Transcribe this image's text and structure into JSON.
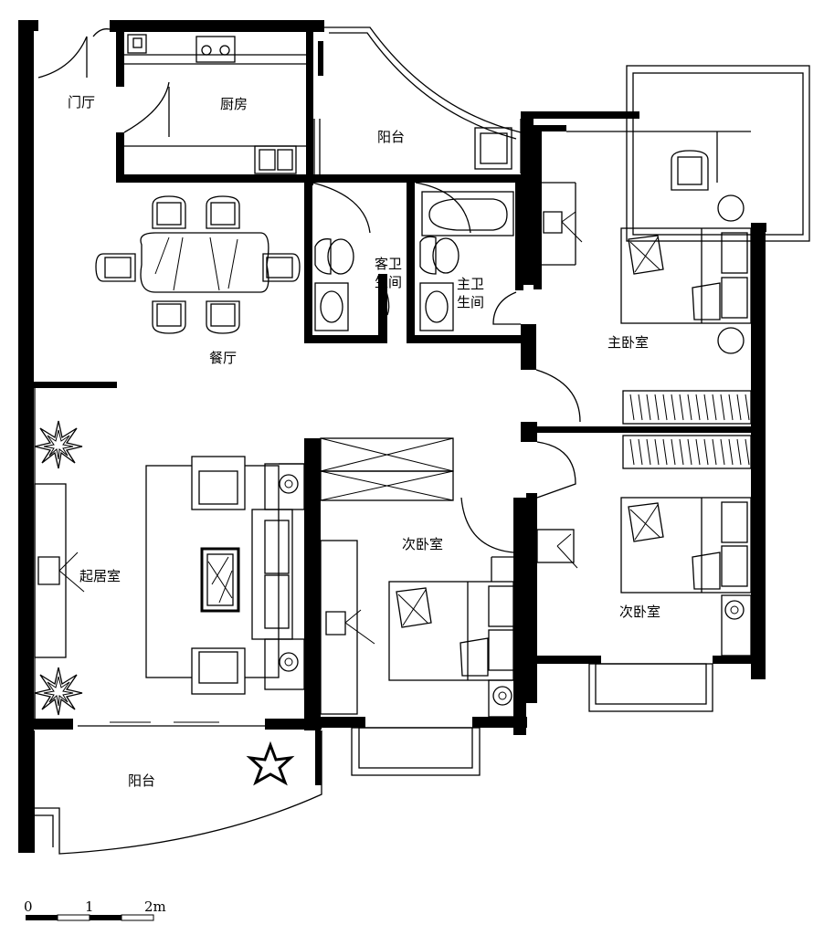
{
  "rooms": {
    "entry": "门厅",
    "kitchen": "厨房",
    "balcony_north": "阳台",
    "dining": "餐厅",
    "guest_bath_1": "客卫",
    "guest_bath_2": "生间",
    "master_bath_1": "主卫",
    "master_bath_2": "生间",
    "master_bedroom": "主卧室",
    "living": "起居室",
    "second_bedroom_center": "次卧室",
    "second_bedroom_right": "次卧室",
    "balcony_south": "阳台"
  },
  "scale_bar": {
    "tick_0": "0",
    "tick_1": "1",
    "tick_2": "2m"
  }
}
